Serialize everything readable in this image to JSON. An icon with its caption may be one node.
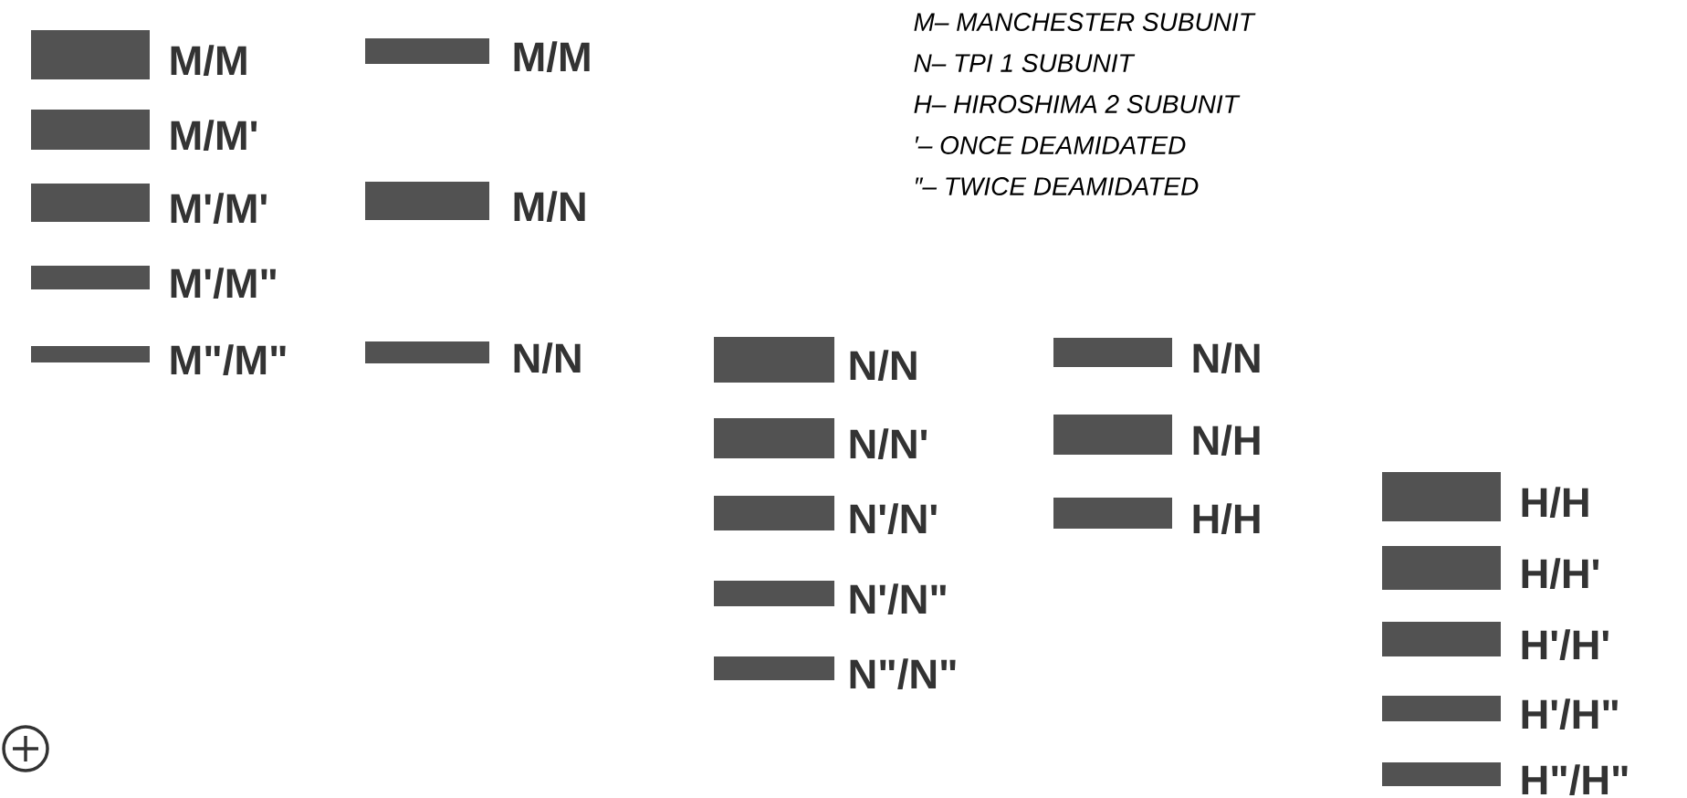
{
  "diagram": {
    "nodes": [
      {
        "text": [],
        "shape": "bar",
        "beside": [
          "M/M"
        ]
      },
      {
        "text": [],
        "shape": "bar",
        "beside": [
          "M/M'"
        ]
      },
      {
        "text": [],
        "shape": "bar",
        "beside": [
          "M'/M'"
        ]
      },
      {
        "text": [],
        "shape": "bar",
        "beside": [
          "M'/M\""
        ]
      },
      {
        "text": [],
        "shape": "bar",
        "beside": [
          "M\"/M\""
        ]
      },
      {
        "text": [],
        "shape": "bar",
        "beside": [
          "M/M"
        ]
      },
      {
        "text": [],
        "shape": "bar",
        "beside": [
          "M/N"
        ]
      },
      {
        "text": [],
        "shape": "bar",
        "beside": [
          "N/N"
        ]
      },
      {
        "text": [],
        "shape": "bar",
        "beside": [
          "N/N"
        ]
      },
      {
        "text": [],
        "shape": "bar",
        "beside": [
          "N/N'"
        ]
      },
      {
        "text": [],
        "shape": "bar",
        "beside": [
          "N'/N'"
        ]
      },
      {
        "text": [],
        "shape": "bar",
        "beside": [
          "N'/N\""
        ]
      },
      {
        "text": [],
        "shape": "bar",
        "beside": [
          "N\"/N\""
        ]
      },
      {
        "text": [],
        "shape": "bar",
        "beside": [
          "N/N"
        ]
      },
      {
        "text": [],
        "shape": "bar",
        "beside": [
          "N/H"
        ]
      },
      {
        "text": [],
        "shape": "bar",
        "beside": [
          "H/H"
        ]
      },
      {
        "text": [],
        "shape": "bar",
        "beside": [
          "H/H"
        ]
      },
      {
        "text": [],
        "shape": "bar",
        "beside": [
          "H/H'"
        ]
      },
      {
        "text": [],
        "shape": "bar",
        "beside": [
          "H'/H'"
        ]
      },
      {
        "text": [],
        "shape": "bar",
        "beside": [
          "H'/H\""
        ]
      },
      {
        "text": [],
        "shape": "bar",
        "beside": [
          "H\"/H\""
        ]
      }
    ],
    "labels": [
      "M– MANCHESTER SUBUNIT",
      "N– TPI 1 SUBUNIT",
      "H– HIROSHIMA 2 SUBUNIT",
      "′– ONCE DEAMIDATED",
      "″– TWICE DEAMIDATED"
    ]
  }
}
